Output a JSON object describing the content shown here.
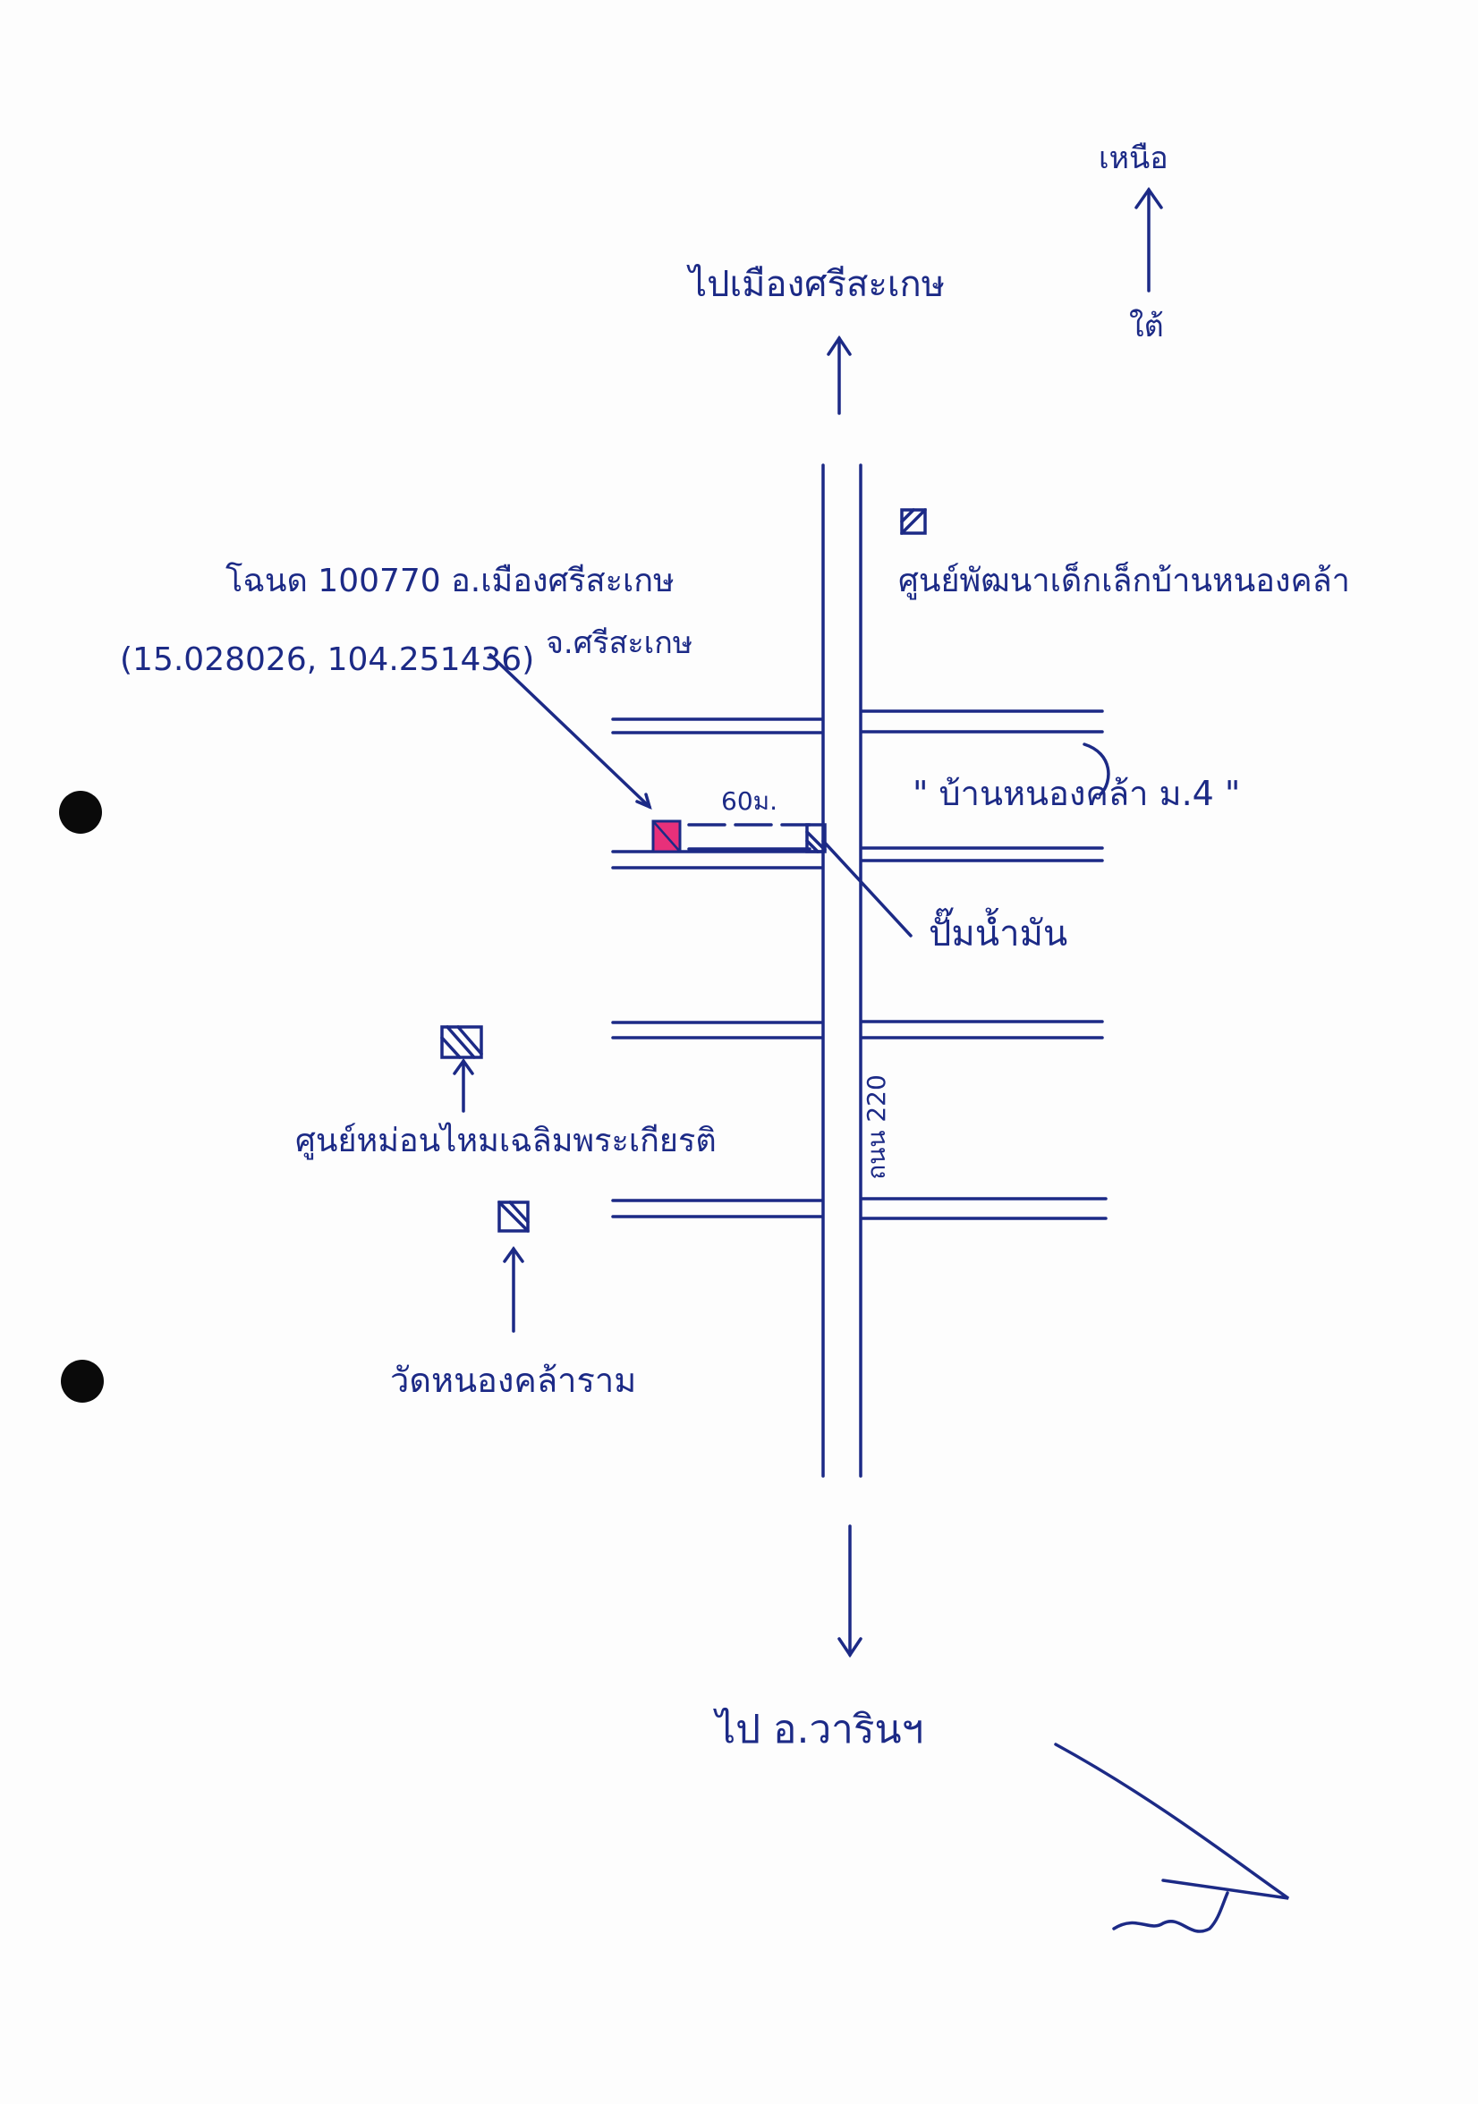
{
  "labels": {
    "north": "เหนือ",
    "south_word": "ใต้",
    "to_city": "ไปเมืองศรีสะเกษ",
    "to_district": "ไป อ.วารินฯ",
    "location_line1": "โฉนด 100770 อ.เมืองศรีสะเกษ",
    "location_line2": "จ.ศรีสะเกษ",
    "coordinates": "(15.028026, 104.251436)",
    "distance": "60ม.",
    "center": "ศูนย์พัฒนาเด็กเล็กบ้านหนองคล้า",
    "village": "\" บ้านหนองคล้า ม.4 \"",
    "gas_station": "ปั๊มน้ำมัน",
    "highway": "ถนน 220",
    "shop": "ศูนย์หม่อนไหมเฉลิมพระเกียรติ",
    "temple": "วัดหนองคล้าราม"
  },
  "colors": {
    "ink": "#1c2a86",
    "parcel": "#e8307a"
  },
  "icons": [
    "north-arrow-icon",
    "hatched-landmark-icon",
    "signature-mark"
  ]
}
